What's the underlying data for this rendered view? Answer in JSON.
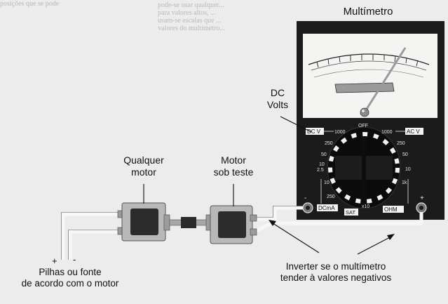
{
  "background_text": {
    "left": [
      "posições que se pode",
      "",
      "",
      "",
      "",
      "",
      "",
      "",
      ""
    ],
    "mid": [
      "pode-se usar qualquer...",
      "para valores altos, ...",
      "usam-se escalas que ...",
      "valores do multímetro..."
    ]
  },
  "diagram": {
    "meter_title": "Multímetro",
    "dc_volts_label": [
      "DC",
      "Volts"
    ],
    "any_motor_label": [
      "Qualquer",
      "motor"
    ],
    "test_motor_label": [
      "Motor",
      "sob teste"
    ],
    "battery_label": [
      "Pilhas ou fonte",
      "de acordo com o motor"
    ],
    "invert_label": [
      "Inverter se o multímetro",
      "tender à valores negativos"
    ],
    "plus_sign": "+",
    "minus_sign": "-",
    "dial": {
      "off": "OFF",
      "dcv": "DC V",
      "acv": "AC V",
      "dcma": "DCmA",
      "ohm": "OHM",
      "sat": "SAT",
      "dcv_ticks": [
        "1000",
        "250",
        "50",
        "10",
        "2.5"
      ],
      "acv_ticks": [
        "1000",
        "250",
        "50",
        "10"
      ],
      "dcma_ticks": [
        "10",
        "250"
      ],
      "ohm_ticks": [
        "1k",
        "x10"
      ]
    },
    "jack_minus": "-",
    "jack_plus": "+"
  },
  "colors": {
    "meter_body": "#1b1b1b",
    "scale_face": "#f4f4f2",
    "motor_gray": "#b8b8b8",
    "motor_dark": "#2c2c2c",
    "wire": "#f7f7f7"
  }
}
